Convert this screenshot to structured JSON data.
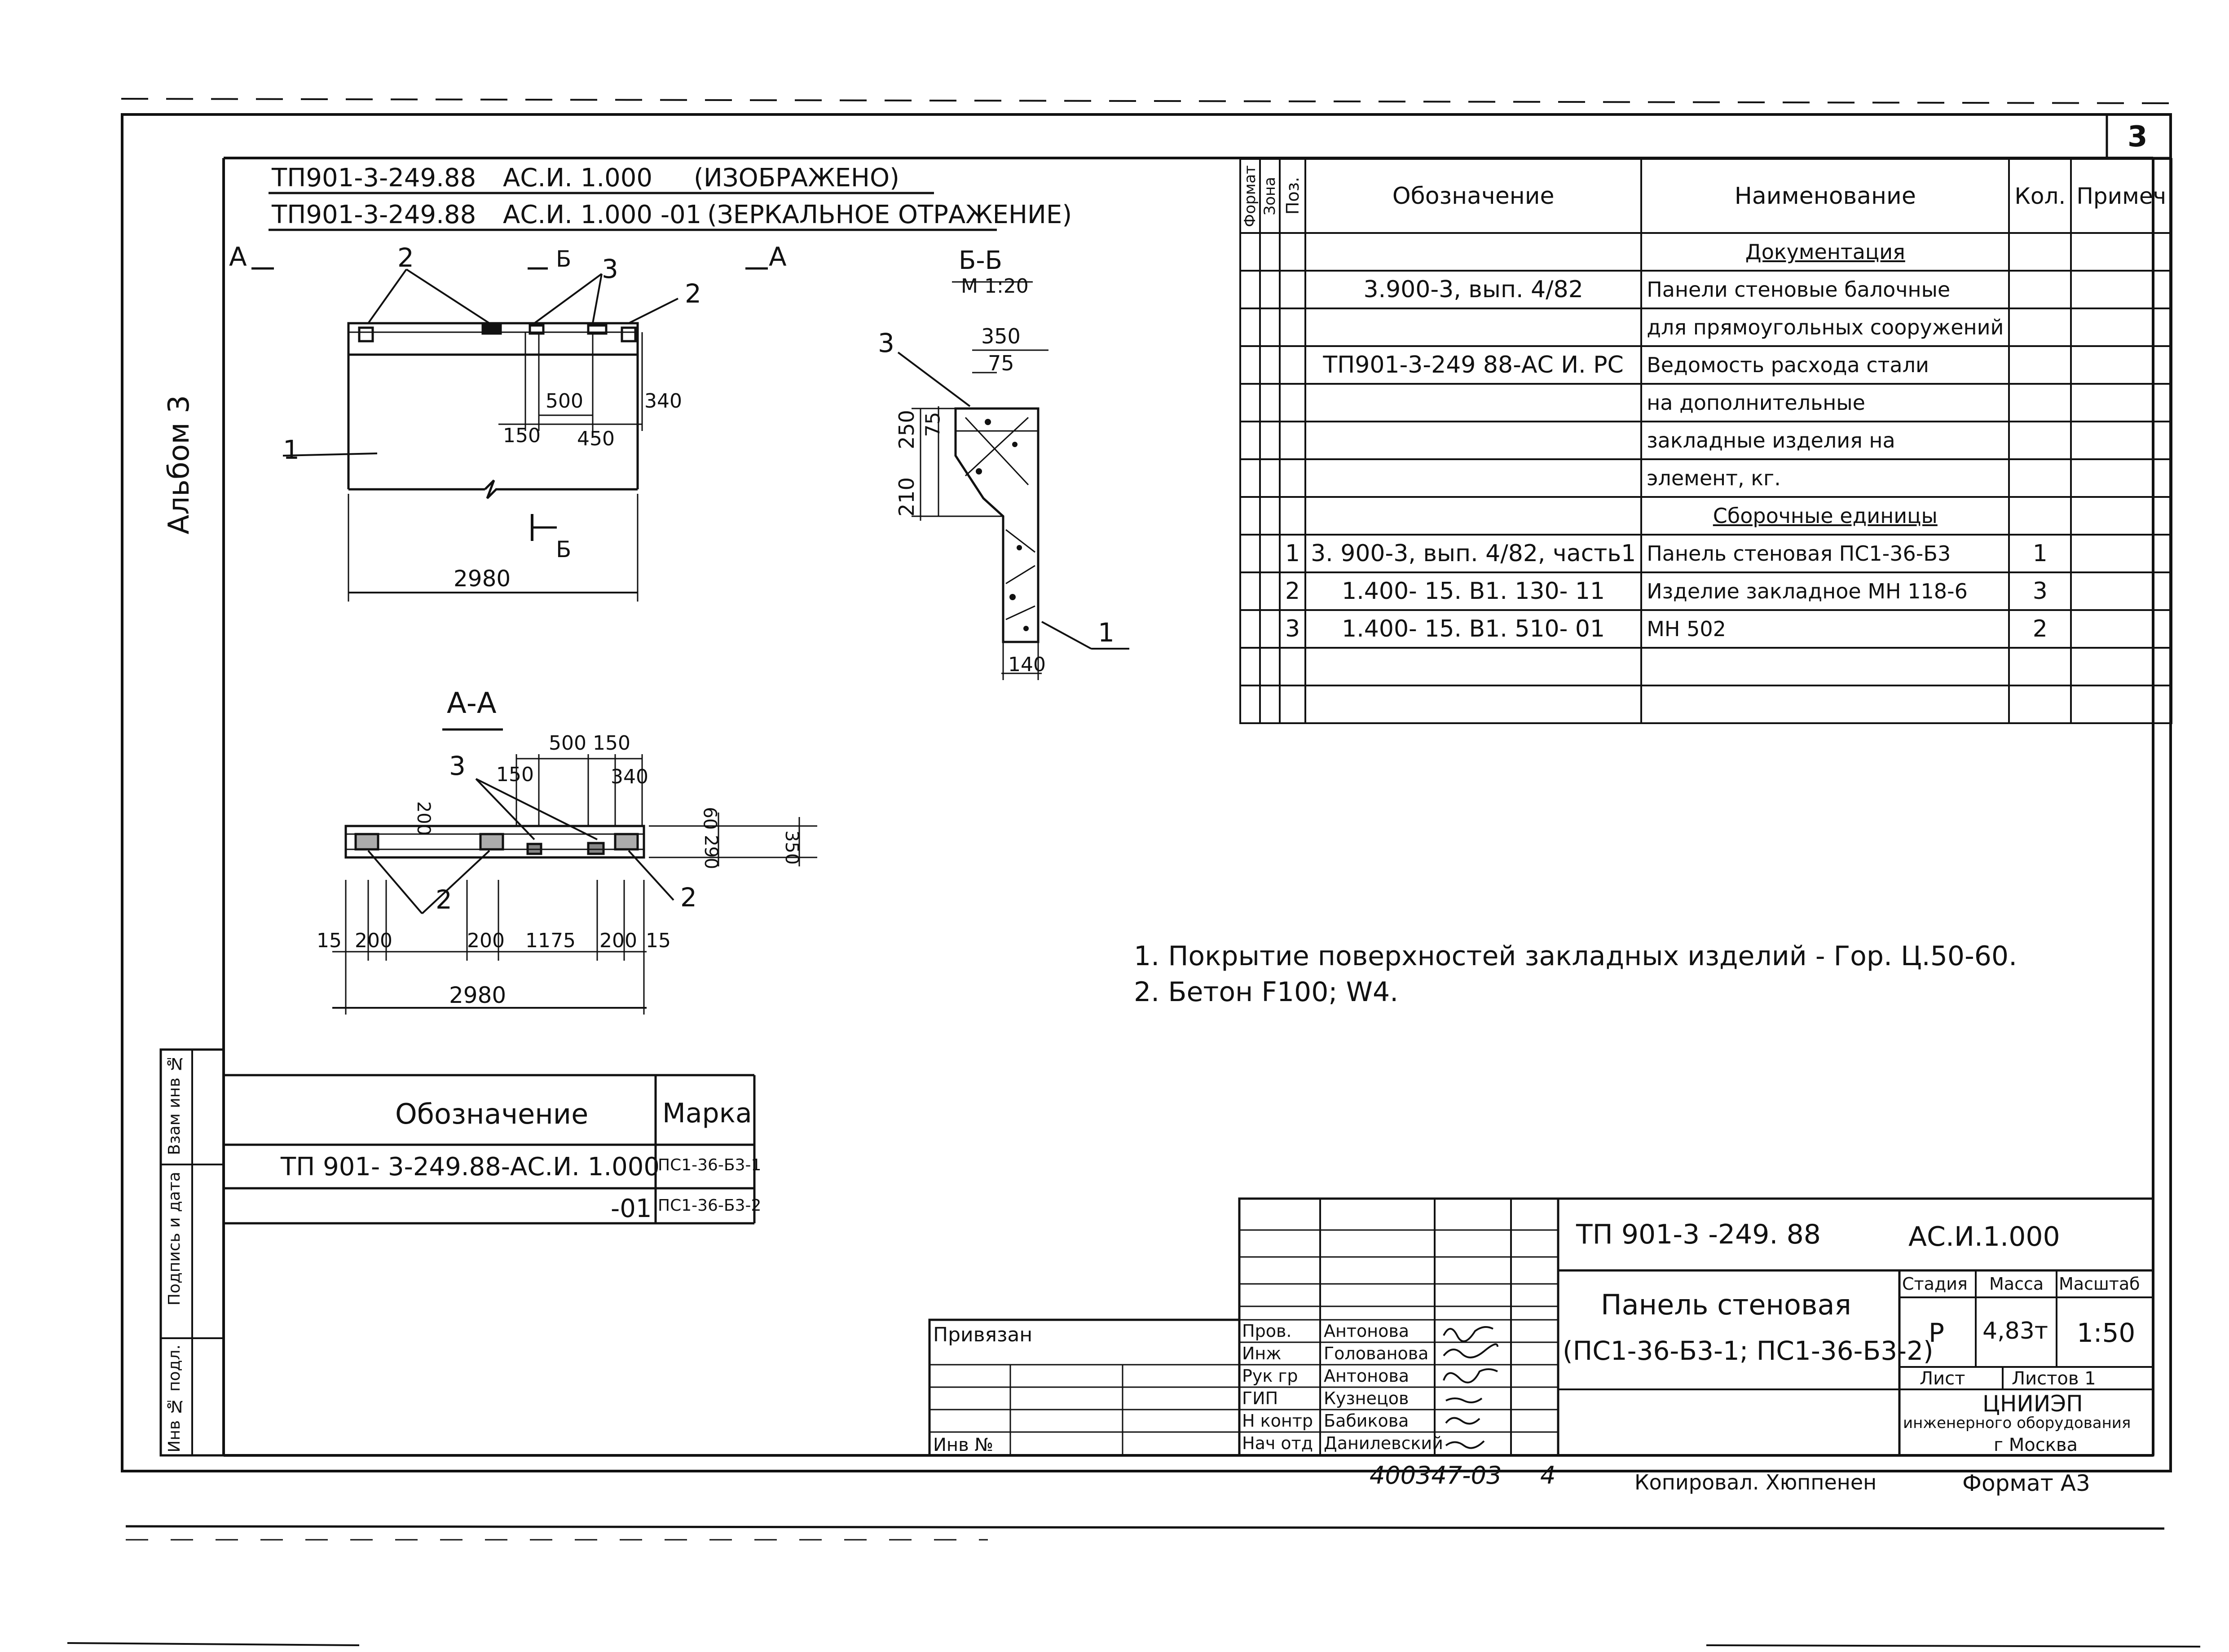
{
  "sheet_number": "3",
  "album": "Альбом 3",
  "header_lines": [
    {
      "code": "ТП901-3-249.88",
      "mark": "АС.И. 1.000",
      "note": "(ИЗОБРАЖЕНО)"
    },
    {
      "code": "ТП901-3-249.88",
      "mark": "АС.И. 1.000  -01",
      "note": "(ЗЕРКАЛЬНОЕ ОТРАЖЕНИЕ)"
    }
  ],
  "elevation": {
    "section_left": "А",
    "section_right": "А",
    "section_b": "Б",
    "section_b2": "Б",
    "callouts": [
      "2",
      "3",
      "2",
      "1"
    ],
    "dims": {
      "d500": "500",
      "d340": "340",
      "d150": "150",
      "d450": "450",
      "length": "2980"
    }
  },
  "section_bb": {
    "title": "Б-Б",
    "scale": "М 1:20",
    "dims": {
      "d350": "350",
      "d75a": "75",
      "d75b": "75",
      "d250": "250",
      "d210": "210",
      "d140": "140"
    },
    "callouts": [
      "3",
      "1"
    ]
  },
  "section_aa": {
    "title": "А-А",
    "dims": {
      "d500": "500",
      "d150a": "150",
      "d150b": "150",
      "d340": "340",
      "d200": "200",
      "d60": "60",
      "d290": "290",
      "d350": "350",
      "b15a": "15",
      "b200a": "200",
      "b200b": "200",
      "b1175": "1175",
      "b200c": "200",
      "b15b": "15",
      "length": "2980"
    },
    "callouts": [
      "3",
      "2",
      "2"
    ]
  },
  "mark_table": {
    "col_designation": "Обозначение",
    "col_mark": "Марка",
    "rows": [
      {
        "designation": "ТП 901- 3-249.88-АС.И. 1.000",
        "mark": "ПС1-36-Б3-1"
      },
      {
        "designation": "-01",
        "mark": "ПС1-36-Б3-2"
      }
    ]
  },
  "spec_table": {
    "headers": {
      "format": "Формат",
      "zone": "Зона",
      "pos": "Поз.",
      "designation": "Обозначение",
      "name": "Наименование",
      "qty": "Кол.",
      "note": "Примеч"
    },
    "rows": [
      {
        "pos": "",
        "designation": "",
        "name": "Документация",
        "qty": "",
        "section": true
      },
      {
        "pos": "",
        "designation": "3.900-3,  вып. 4/82",
        "name": "Панели стеновые балочные",
        "qty": ""
      },
      {
        "pos": "",
        "designation": "",
        "name": "для прямоугольных сооружений",
        "qty": ""
      },
      {
        "pos": "",
        "designation": "ТП901-3-249 88-АС И. РС",
        "name": "Ведомость расхода стали",
        "qty": ""
      },
      {
        "pos": "",
        "designation": "",
        "name": "на дополнительные",
        "qty": ""
      },
      {
        "pos": "",
        "designation": "",
        "name": "закладные изделия на",
        "qty": ""
      },
      {
        "pos": "",
        "designation": "",
        "name": "элемент, кг.",
        "qty": ""
      },
      {
        "pos": "",
        "designation": "",
        "name": "Сборочные единицы",
        "qty": "",
        "section": true
      },
      {
        "pos": "1",
        "designation": "3. 900-3, вып. 4/82, часть1",
        "name": "Панель стеновая ПС1-36-Б3",
        "qty": "1"
      },
      {
        "pos": "2",
        "designation": "1.400- 15. В1.  130- 11",
        "name": "Изделие закладное        МН 118-6",
        "qty": "3"
      },
      {
        "pos": "3",
        "designation": "1.400- 15. В1.  510- 01",
        "name": "МН 502",
        "qty": "2"
      },
      {
        "pos": "",
        "designation": "",
        "name": "",
        "qty": ""
      },
      {
        "pos": "",
        "designation": "",
        "name": "",
        "qty": ""
      }
    ]
  },
  "notes": [
    "1. Покрытие поверхностей закладных изделий - Гор. Ц.50-60.",
    "2. Бетон F100; W4."
  ],
  "left_strip": [
    "Инв № подл.",
    "Подпись и дата",
    "Взам инв №"
  ],
  "title_block": {
    "privyazan": "Привязан",
    "inv": "Инв №",
    "doc_code": "ТП 901-3 -249. 88",
    "doc_mark": "АС.И.1.000",
    "title_line1": "Панель стеновая",
    "title_line2": "(ПС1-36-Б3-1; ПС1-36-Б3-2)",
    "stage_label": "Стадия",
    "mass_label": "Масса",
    "scale_label": "Масштаб",
    "stage": "Р",
    "mass": "4,83т",
    "scale": "1:50",
    "sheet_label": "Лист",
    "sheets_label": "Листов 1",
    "org1": "ЦНИИЭП",
    "org2": "инженерного оборудования",
    "org3": "г Москва",
    "signers": [
      {
        "role": "Пров.",
        "name": "Антонова"
      },
      {
        "role": "Инж",
        "name": "Голованова"
      },
      {
        "role": "Рук гр",
        "name": "Антонова"
      },
      {
        "role": "ГИП",
        "name": "Кузнецов"
      },
      {
        "role": "Н контр",
        "name": "Бабикова"
      },
      {
        "role": "Нач отд",
        "name": "Данилевский"
      }
    ]
  },
  "footer": {
    "archive_no": "400347-03",
    "page": "4",
    "copied": "Копировал. Хюппенен",
    "format": "Формат А3"
  }
}
